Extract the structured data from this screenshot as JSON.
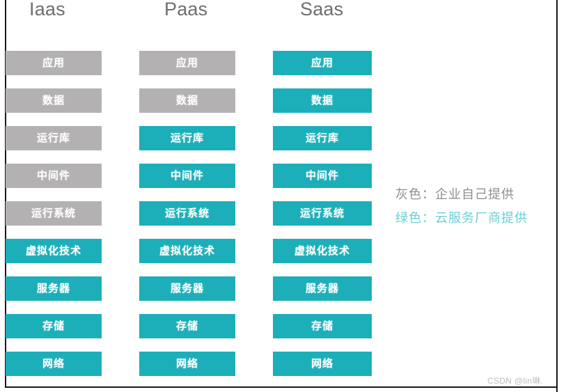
{
  "colors": {
    "gray_block": "#b4b1b3",
    "teal_block": "#1cafba",
    "legend_gray_text": "#8f8f8f",
    "legend_teal_text": "#6acfd6",
    "header_text": "#6e6e6e",
    "frame": "#1a1a1a",
    "block_label": "#ffffff",
    "watermark": "#bdbdbd"
  },
  "headers": {
    "iaas": "Iaas",
    "paas": "Paas",
    "saas": "Saas"
  },
  "layers": [
    "应用",
    "数据",
    "运行库",
    "中间件",
    "运行系统",
    "虚拟化技术",
    "服务器",
    "存储",
    "网络"
  ],
  "columns": [
    {
      "name": "Iaas",
      "cells": [
        {
          "label": "应用",
          "fill": "gray"
        },
        {
          "label": "数据",
          "fill": "gray"
        },
        {
          "label": "运行库",
          "fill": "gray"
        },
        {
          "label": "中间件",
          "fill": "gray"
        },
        {
          "label": "运行系统",
          "fill": "gray"
        },
        {
          "label": "虚拟化技术",
          "fill": "teal"
        },
        {
          "label": "服务器",
          "fill": "teal"
        },
        {
          "label": "存储",
          "fill": "teal"
        },
        {
          "label": "网络",
          "fill": "teal"
        }
      ]
    },
    {
      "name": "Paas",
      "cells": [
        {
          "label": "应用",
          "fill": "gray"
        },
        {
          "label": "数据",
          "fill": "gray"
        },
        {
          "label": "运行库",
          "fill": "teal"
        },
        {
          "label": "中间件",
          "fill": "teal"
        },
        {
          "label": "运行系统",
          "fill": "teal"
        },
        {
          "label": "虚拟化技术",
          "fill": "teal"
        },
        {
          "label": "服务器",
          "fill": "teal"
        },
        {
          "label": "存储",
          "fill": "teal"
        },
        {
          "label": "网络",
          "fill": "teal"
        }
      ]
    },
    {
      "name": "Saas",
      "cells": [
        {
          "label": "应用",
          "fill": "teal"
        },
        {
          "label": "数据",
          "fill": "teal"
        },
        {
          "label": "运行库",
          "fill": "teal"
        },
        {
          "label": "中间件",
          "fill": "teal"
        },
        {
          "label": "运行系统",
          "fill": "teal"
        },
        {
          "label": "虚拟化技术",
          "fill": "teal"
        },
        {
          "label": "服务器",
          "fill": "teal"
        },
        {
          "label": "存储",
          "fill": "teal"
        },
        {
          "label": "网络",
          "fill": "teal"
        }
      ]
    }
  ],
  "legend": {
    "gray": "灰色：企业自己提供",
    "teal": "绿色：云服务厂商提供"
  },
  "watermark": "CSDN @lin琳."
}
